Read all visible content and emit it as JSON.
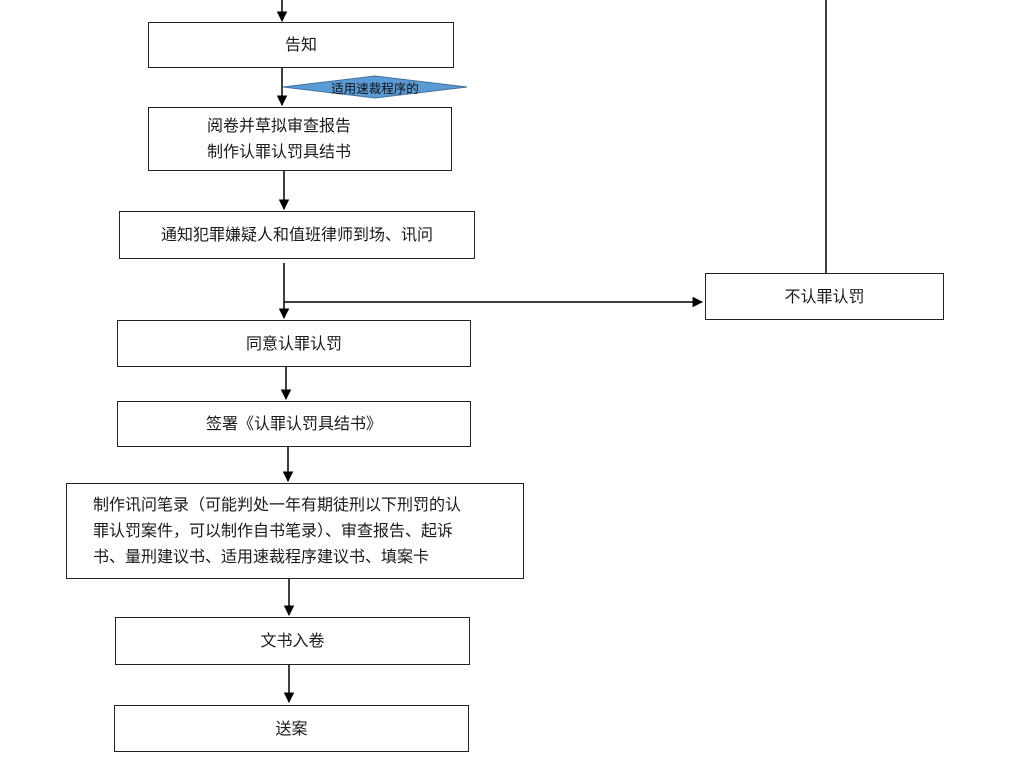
{
  "flowchart": {
    "nodes": {
      "notify": {
        "lines": [
          "告知"
        ]
      },
      "speedy_condition": {
        "text": "适用速裁程序的"
      },
      "review": {
        "lines": [
          "阅卷并草拟审查报告",
          "制作认罪认罚具结书"
        ]
      },
      "summon": {
        "lines": [
          "通知犯罪嫌疑人和值班律师到场、讯问"
        ]
      },
      "disagree": {
        "lines": [
          "不认罪认罚"
        ]
      },
      "agree": {
        "lines": [
          "同意认罪认罚"
        ]
      },
      "sign": {
        "lines": [
          "签署《认罪认罚具结书》"
        ]
      },
      "documents": {
        "lines": [
          "制作讯问笔录（可能判处一年有期徒刑以下刑罚的认",
          "罪认罚案件，可以制作自书笔录）、审查报告、起诉",
          "书、量刑建议书、适用速裁程序建议书、填案卡"
        ]
      },
      "archive": {
        "lines": [
          "文书入卷"
        ]
      },
      "submit": {
        "lines": [
          "送案"
        ]
      }
    },
    "colors": {
      "diamond_fill": "#5b9bd5",
      "diamond_stroke": "#41719c",
      "line": "#000000"
    }
  }
}
